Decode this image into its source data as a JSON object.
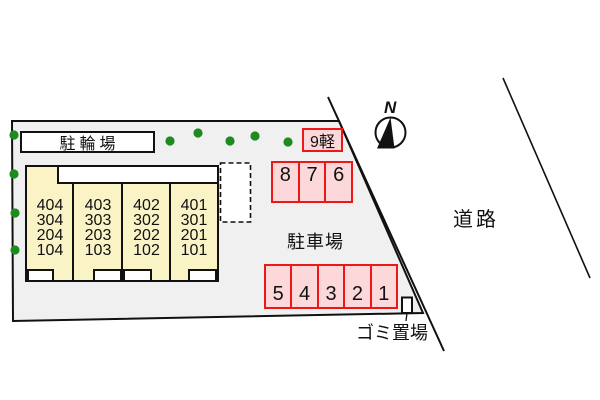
{
  "plan": {
    "bicycle_parking_label": "駐輪場",
    "parking_lot_label": "駐車場",
    "garbage_area_label": "ゴミ置場",
    "road_label": "道路",
    "north_label": "N"
  },
  "building": {
    "units": [
      {
        "rooms": [
          "404",
          "304",
          "204",
          "104"
        ]
      },
      {
        "rooms": [
          "403",
          "303",
          "203",
          "103"
        ]
      },
      {
        "rooms": [
          "402",
          "302",
          "202",
          "102"
        ]
      },
      {
        "rooms": [
          "401",
          "301",
          "201",
          "101"
        ]
      }
    ]
  },
  "parking": {
    "light_space_label": "9軽",
    "upper_row": [
      "8",
      "7",
      "6"
    ],
    "lower_row": [
      "5",
      "4",
      "3",
      "2",
      "1"
    ]
  },
  "icons": {
    "tree_dot": "filled-green-circle-shrub",
    "compass": "north-arrow-half-filled-needle",
    "garbage_bin": "small-white-rectangle"
  },
  "colors": {
    "site_fill": "#f0f0f0",
    "building_fill": "#faf3c5",
    "space_fill": "#fcd8da",
    "space_border": "#ee1717",
    "tree_green": "#1d8b1d",
    "line": "#111111"
  }
}
